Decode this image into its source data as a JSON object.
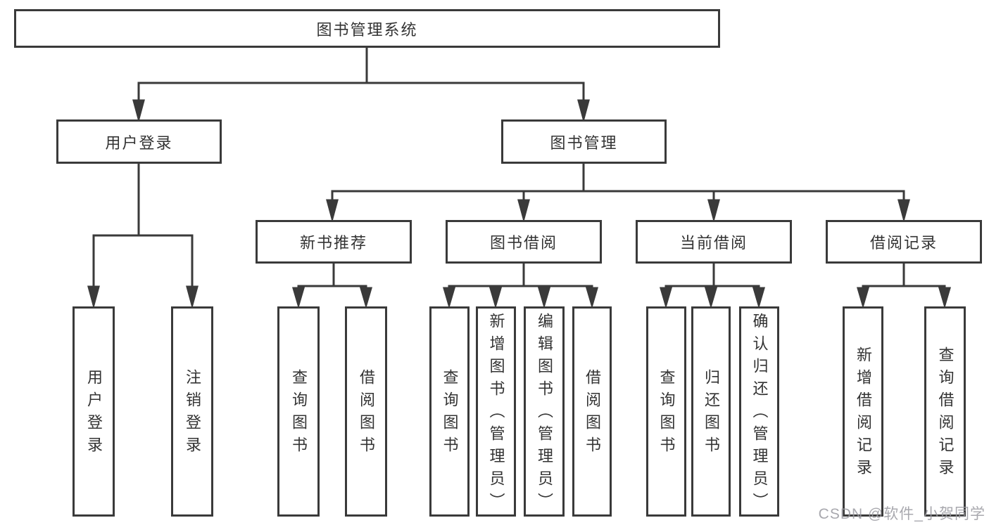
{
  "nodes": {
    "root": "图书管理系统",
    "user_login": "用户登录",
    "book_mgmt": "图书管理",
    "new_rec": "新书推荐",
    "book_borrow": "图书借阅",
    "current_borrow": "当前借阅",
    "borrow_record": "借阅记录",
    "leaf_user_login": "用户登录",
    "leaf_logout": "注销登录",
    "leaf_rec_query": "查询图书",
    "leaf_rec_borrow": "借阅图书",
    "leaf_bb_query": "查询图书",
    "leaf_bb_add": "新增图书（管理员）",
    "leaf_bb_edit": "编辑图书（管理员）",
    "leaf_bb_borrow": "借阅图书",
    "leaf_cb_query": "查询图书",
    "leaf_cb_return": "归还图书",
    "leaf_cb_confirm": "确认归还（管理员）",
    "leaf_br_add": "新增借阅记录",
    "leaf_br_query": "查询借阅记录"
  },
  "tree": {
    "图书管理系统": {
      "用户登录": [
        "用户登录",
        "注销登录"
      ],
      "图书管理": {
        "新书推荐": [
          "查询图书",
          "借阅图书"
        ],
        "图书借阅": [
          "查询图书",
          "新增图书（管理员）",
          "编辑图书（管理员）",
          "借阅图书"
        ],
        "当前借阅": [
          "查询图书",
          "归还图书",
          "确认归还（管理员）"
        ],
        "借阅记录": [
          "新增借阅记录",
          "查询借阅记录"
        ]
      }
    }
  },
  "watermark": "CSDN @软件_小贺同学",
  "colors": {
    "line": "#3a3a3a",
    "text": "#333333",
    "background": "#ffffff",
    "watermark": "#9a9aa0"
  }
}
